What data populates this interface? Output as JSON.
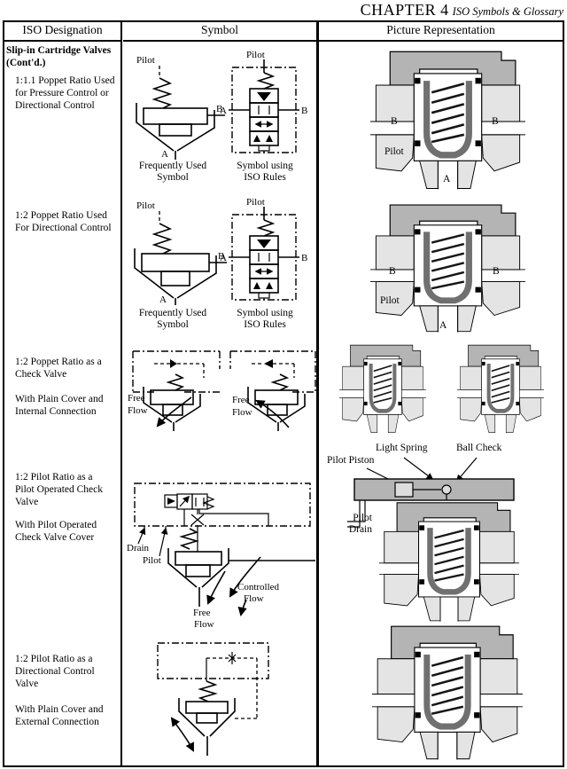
{
  "header": {
    "chapter": "CHAPTER 4",
    "subtitle": "ISO Symbols & Glossary"
  },
  "columns": {
    "designation": "ISO Designation",
    "symbol": "Symbol",
    "picture": "Picture Representation"
  },
  "designation": {
    "group": [
      "Slip-in Cartridge Valves",
      "(Cont'd.)"
    ],
    "e1": [
      "1:1.1 Poppet Ratio Used",
      "for Pressure Control or",
      "Directional Control"
    ],
    "e2": [
      "1:2 Poppet Ratio Used",
      "For Directional Control"
    ],
    "e3a": [
      "1:2 Poppet Ratio as a",
      "Check Valve"
    ],
    "e3b": [
      "With Plain Cover and",
      "Internal Connection"
    ],
    "e4a": [
      "1:2 Pilot Ratio as a",
      "Pilot Operated Check",
      "Valve"
    ],
    "e4b": [
      "With Pilot Operated",
      "Check Valve Cover"
    ],
    "e5a": [
      "1:2 Pilot Ratio as a",
      "Directional Control",
      "Valve"
    ],
    "e5b": [
      "With Plain Cover and",
      "External Connection"
    ]
  },
  "labels": {
    "pilot": "Pilot",
    "port_a": "A",
    "port_b": "B",
    "freq1": "Frequently Used",
    "freq2": "Symbol",
    "iso1": "Symbol using",
    "iso2": "ISO Rules",
    "free1": "Free",
    "free2": "Flow",
    "drain": "Drain",
    "ctrl1": "Controlled",
    "ctrl2": "Flow",
    "light_spring": "Light Spring",
    "ball_check": "Ball Check",
    "pilot_piston": "Pilot Piston",
    "pilot_drain1": "Pilot",
    "pilot_drain2": "Drain"
  },
  "colors": {
    "ink": "#000000",
    "cover_gray": "#b4b4b4",
    "body_gray": "#e4e4e4",
    "cup_gray": "#707070"
  }
}
